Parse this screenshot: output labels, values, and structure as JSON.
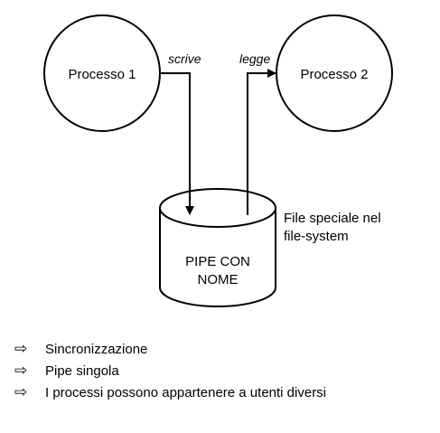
{
  "process_1": {
    "label": "Processo 1"
  },
  "process_2": {
    "label": "Processo 2"
  },
  "arrows": {
    "write_label": "scrive",
    "read_label": "legge"
  },
  "pipe": {
    "line_1": "PIPE CON",
    "line_2": "NOME"
  },
  "note": {
    "line_1": "File speciale nel",
    "line_2": "file-system"
  },
  "bullets": {
    "icon": "hollow-right-arrow-icon",
    "items": [
      {
        "text": "Sincronizzazione"
      },
      {
        "text": "Pipe singola"
      },
      {
        "text": "I processi possono appartenere a utenti diversi"
      }
    ]
  }
}
